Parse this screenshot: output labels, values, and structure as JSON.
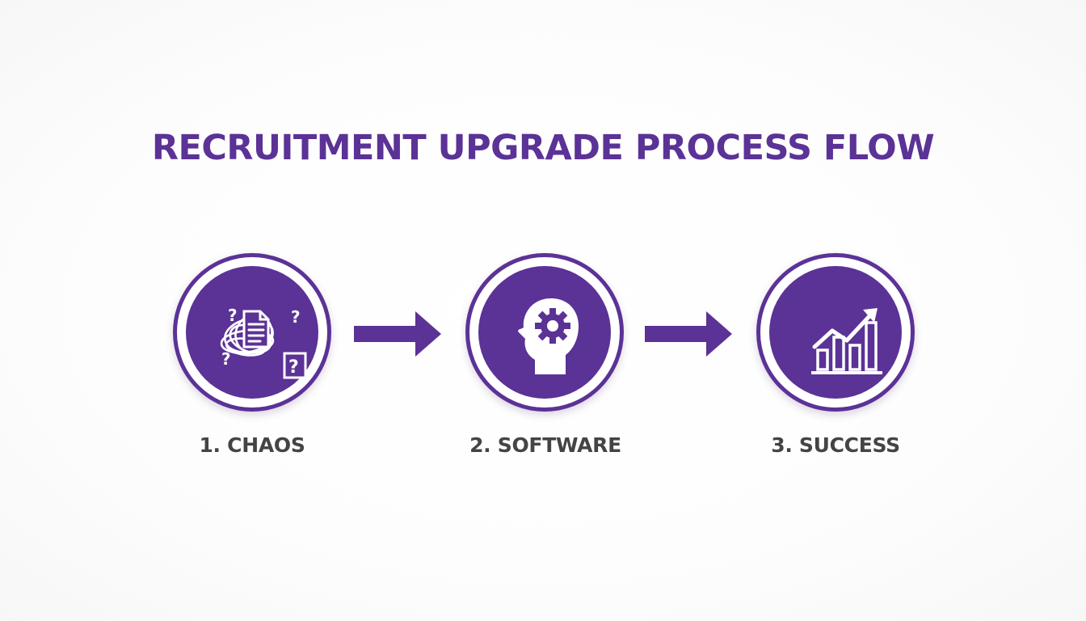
{
  "title": "RECRUITMENT UPGRADE PROCESS FLOW",
  "colors": {
    "accent": "#5b3296",
    "label_text": "#444444",
    "background": "#ffffff"
  },
  "steps": [
    {
      "label": "1. CHAOS",
      "icon": "tangled-documents-question-icon"
    },
    {
      "label": "2. SOFTWARE",
      "icon": "head-gear-icon"
    },
    {
      "label": "3. SUCCESS",
      "icon": "growth-chart-icon"
    }
  ],
  "connectors": [
    {
      "from": "1. CHAOS",
      "to": "2. SOFTWARE",
      "icon": "arrow-right-icon"
    },
    {
      "from": "2. SOFTWARE",
      "to": "3. SUCCESS",
      "icon": "arrow-right-icon"
    }
  ]
}
